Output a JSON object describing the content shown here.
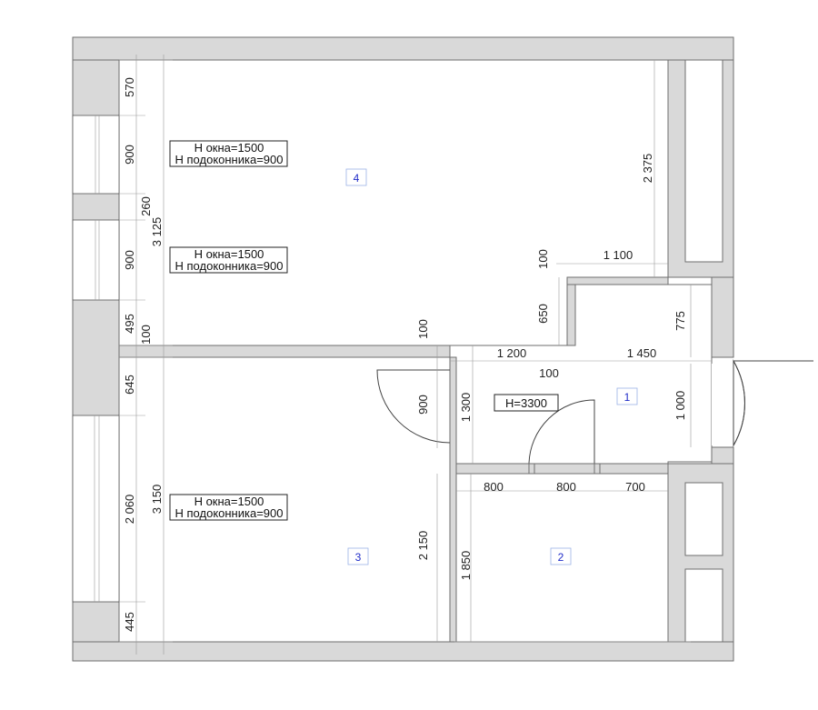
{
  "plan": {
    "ceiling_height": "H=3300",
    "rooms": [
      {
        "number": "4"
      },
      {
        "number": "3"
      },
      {
        "number": "2"
      },
      {
        "number": "1"
      }
    ],
    "window_notes": [
      {
        "window_height": "H окна=1500",
        "sill_height": "H подоконника=900"
      },
      {
        "window_height": "H окна=1500",
        "sill_height": "H подоконника=900"
      },
      {
        "window_height": "H окна=1500",
        "sill_height": "H подоконника=900"
      }
    ],
    "dimensions": {
      "left_570": "570",
      "left_900a": "900",
      "left_260": "260",
      "left_900b": "900",
      "left_495": "495",
      "left_100": "100",
      "left_3125": "3 125",
      "left_645": "645",
      "left_2060": "2 060",
      "left_3150": "3 150",
      "left_445": "445",
      "r4_2375": "2 375",
      "r4_1100": "1 100",
      "r4_100": "100",
      "r4_650": "650",
      "r4_775": "775",
      "hall_100_top": "100",
      "hall_1200": "1 200",
      "hall_1450": "1 450",
      "hall_100_bottom": "100",
      "hall_900": "900",
      "hall_1300": "1 300",
      "hall_1000": "1 000",
      "bath_800a": "800",
      "bath_800b": "800",
      "bath_700": "700",
      "r3_2150": "2 150",
      "bath_1850": "1 850"
    }
  }
}
